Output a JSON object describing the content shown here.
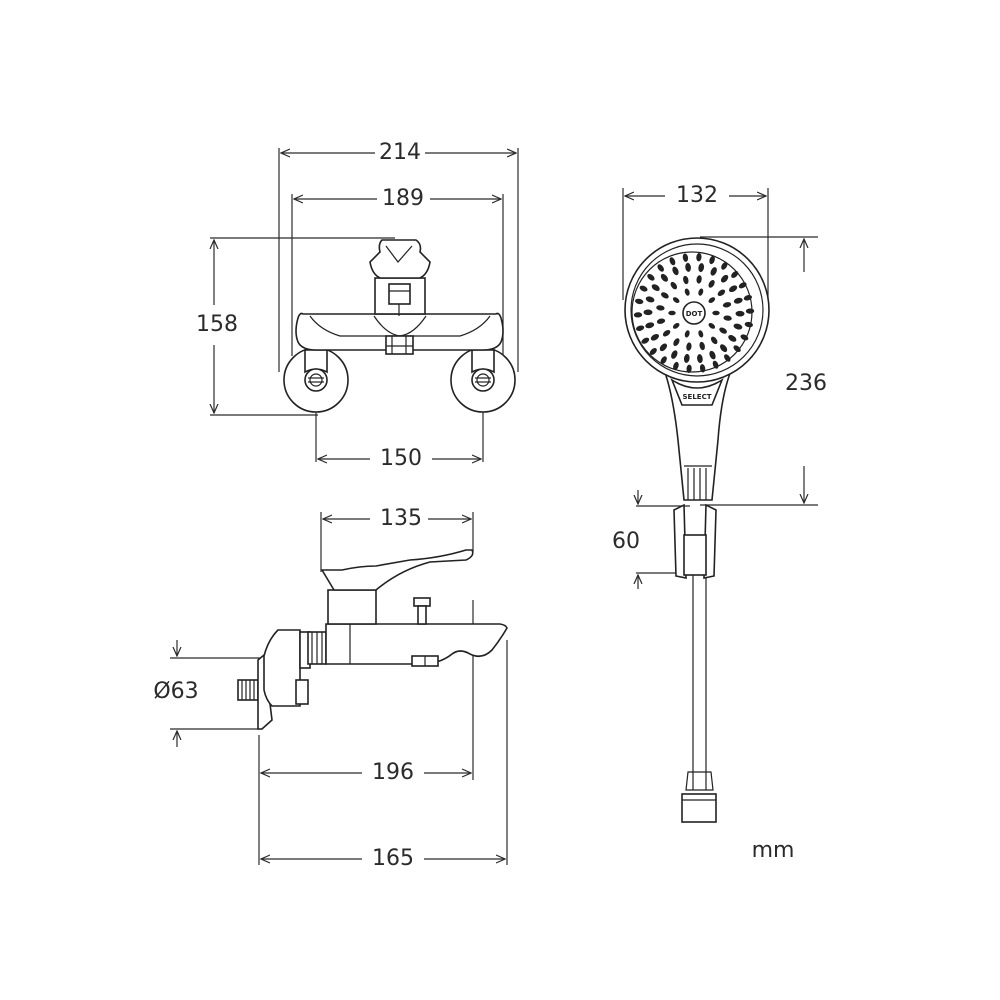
{
  "dimensions": {
    "front_total_width": "214",
    "front_inner_width": "189",
    "front_height": "158",
    "front_inlet_spacing": "150",
    "side_lever_length": "135",
    "side_flange_diameter": "Ø63",
    "side_spout_reach": "196",
    "side_total_depth": "165",
    "hand_shower_width": "132",
    "hand_shower_length": "236",
    "holder_height": "60"
  },
  "hand_shower_button": "SELECT",
  "hand_shower_center_mark": "DOT",
  "unit": "mm"
}
